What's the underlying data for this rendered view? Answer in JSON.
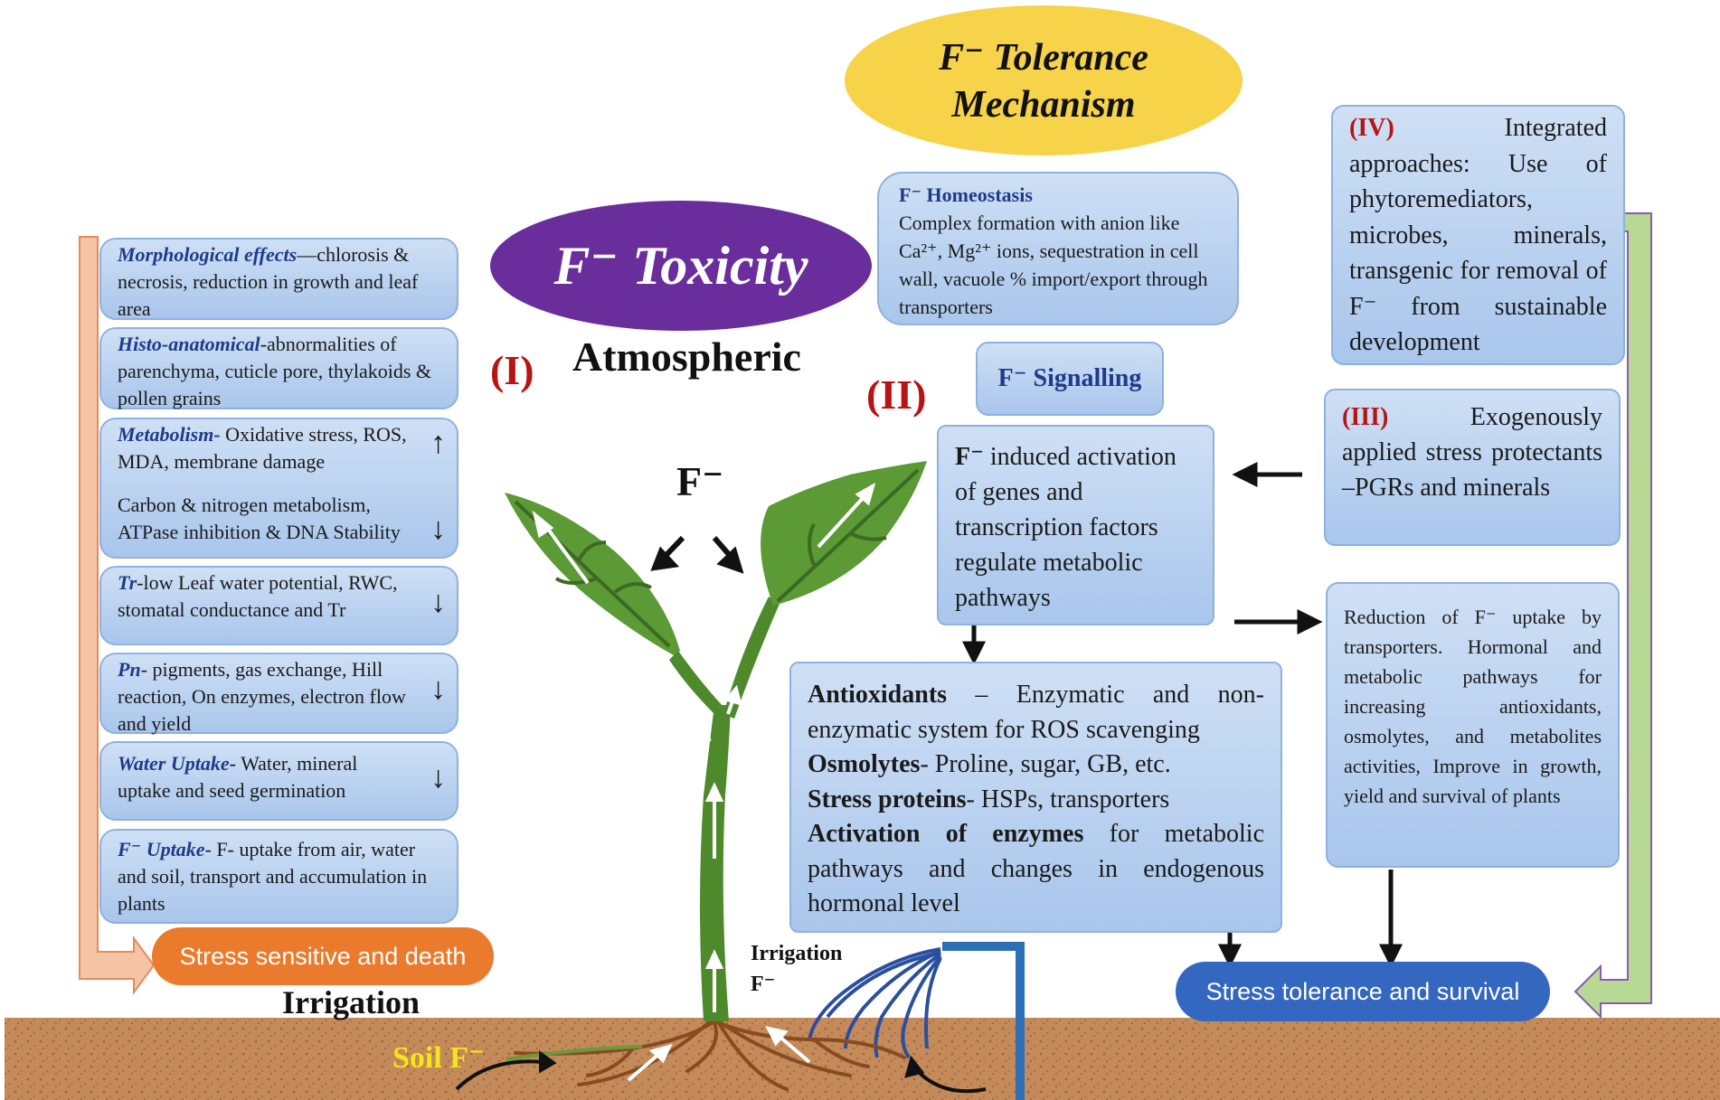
{
  "title": {
    "line1": "F⁻ Tolerance",
    "line2": "Mechanism"
  },
  "toxicity": {
    "label": "F⁻ Toxicity",
    "numeral": "(I)",
    "source": "Atmospheric"
  },
  "left_boxes": [
    {
      "key": "Morphological effects",
      "text": "—chlorosis & necrosis, reduction in growth and leaf area"
    },
    {
      "key": "Histo-anatomical",
      "text": "-abnormalities of parenchyma, cuticle pore, thylakoids & pollen grains"
    },
    {
      "key": "Metabolism-",
      "text": " Oxidative stress, ROS, MDA, membrane damage",
      "text2": "Carbon & nitrogen metabolism, ATPase inhibition & DNA Stability"
    },
    {
      "key": "Tr",
      "text": "-low Leaf water potential, RWC, stomatal conductance and Tr"
    },
    {
      "key": "Pn",
      "text": "- pigments, gas exchange, Hill reaction, On enzymes, electron flow and yield"
    },
    {
      "key": "Water Uptake",
      "text": "- Water, mineral uptake and seed germination"
    },
    {
      "key": "F⁻ Uptake",
      "text": "- F- uptake from air, water and soil, transport and accumulation in plants"
    }
  ],
  "stress_sensitive": "Stress sensitive and death",
  "irrigation_left": "Irrigation",
  "irrigation_pipe": {
    "line1": "Irrigation",
    "line2": "F⁻"
  },
  "soil_label": "Soil F⁻",
  "plant_label": "F⁻",
  "homeostasis": {
    "title": "F⁻ Homeostasis",
    "text": "Complex formation with anion like Ca²⁺, Mg²⁺ ions, sequestration in cell wall, vacuole % import/export through transporters"
  },
  "signalling": {
    "numeral": "(II)",
    "label": "F⁻ Signalling"
  },
  "activation": {
    "lead": "F⁻",
    "text": " induced activation of genes and transcription factors regulate metabolic pathways"
  },
  "antioxidants": [
    {
      "bold": "Antioxidants",
      "text": " – Enzymatic and non-enzymatic system for ROS scavenging"
    },
    {
      "bold": "Osmolytes",
      "text": "- Proline, sugar, GB, etc."
    },
    {
      "bold": "Stress proteins",
      "text": "- HSPs, transporters"
    },
    {
      "bold": "Activation of enzymes",
      "text": " for metabolic pathways and changes in endogenous hormonal level"
    }
  ],
  "integrated": {
    "numeral": "(IV)",
    "text": " Integrated approaches: Use of phytoremediators, microbes, minerals, transgenic for removal of F⁻ from sustainable development"
  },
  "exogenous": {
    "numeral": "(III)",
    "text": " Exogenously applied stress protectants –PGRs and minerals"
  },
  "reduction": "Reduction of F⁻ uptake by transporters. Hormonal and metabolic pathways for increasing antioxidants, osmolytes, and metabolites activities, Improve in growth, yield and survival of plants",
  "stress_tolerance": "Stress tolerance and survival",
  "colors": {
    "toxicity": "#6a2d9c",
    "title_ellipse": "#f7d34a",
    "sensitive": "#ea7a2c",
    "tolerance": "#3467c0",
    "soil": "#c4895a",
    "leaf": "#4e8a2c"
  }
}
